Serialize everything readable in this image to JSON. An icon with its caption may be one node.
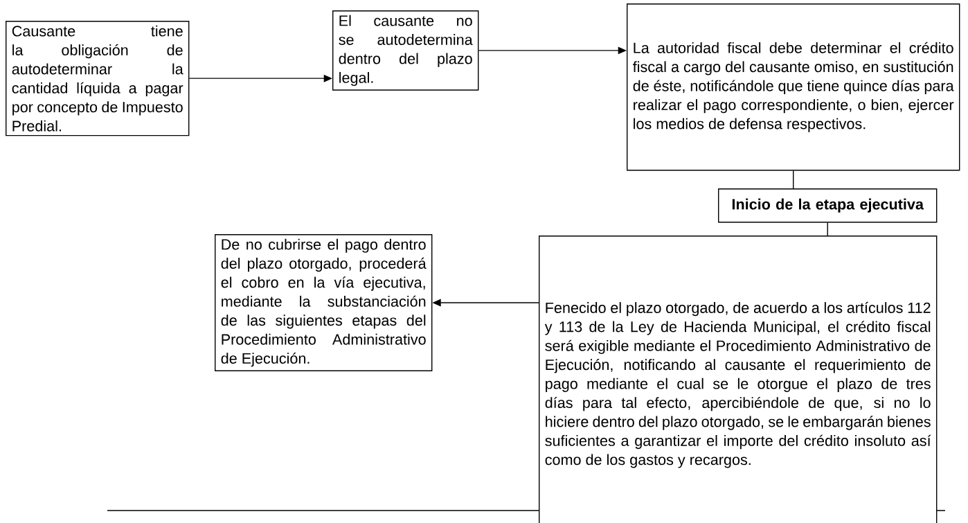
{
  "diagram": {
    "nodes": [
      {
        "text": [
          "Causante tiene la obligación de autodeterminar la cantidad líquida a pagar por concepto de Impuesto Predial."
        ]
      },
      {
        "text": [
          "El causante no se autodetermina dentro del plazo legal."
        ]
      },
      {
        "text": [
          "La autoridad fiscal debe determinar el crédito fiscal a cargo del causante omiso, en sustitución de éste, notificándole que tiene quince días para realizar el pago correspondiente, o bien, ejercer los medios de defensa respectivos."
        ]
      },
      {
        "text": [
          "Inicio de la etapa ejecutiva"
        ]
      },
      {
        "text": [
          "Fenecido el plazo otorgado, de acuerdo a los artículos 112 y 113 de la Ley de Hacienda Municipal, el crédito fiscal será exigible mediante el Procedimiento Administrativo de Ejecución, notificando al causante el requerimiento de pago mediante el cual se le otorgue el plazo de tres días para tal efecto, apercibiéndole de que, si no lo hiciere dentro del plazo otorgado, se le embargarán bienes suficientes a garantizar el importe del crédito insoluto así como de los gastos y recargos."
        ]
      },
      {
        "text": [
          "De no cubrirse el pago dentro del plazo otorgado, procederá el cobro en la vía ejecutiva, mediante la substanciación de las siguientes etapas del Procedimiento Administrativo de Ejecución."
        ]
      }
    ],
    "edges": [
      {
        "from": 0,
        "to": 1,
        "arrow": "to"
      },
      {
        "from": 1,
        "to": 2,
        "arrow": "to"
      },
      {
        "from": 2,
        "to": 3,
        "arrow": "none"
      },
      {
        "from": 3,
        "to": 4,
        "arrow": "none"
      },
      {
        "from": 4,
        "to": 5,
        "arrow": "to"
      }
    ]
  }
}
